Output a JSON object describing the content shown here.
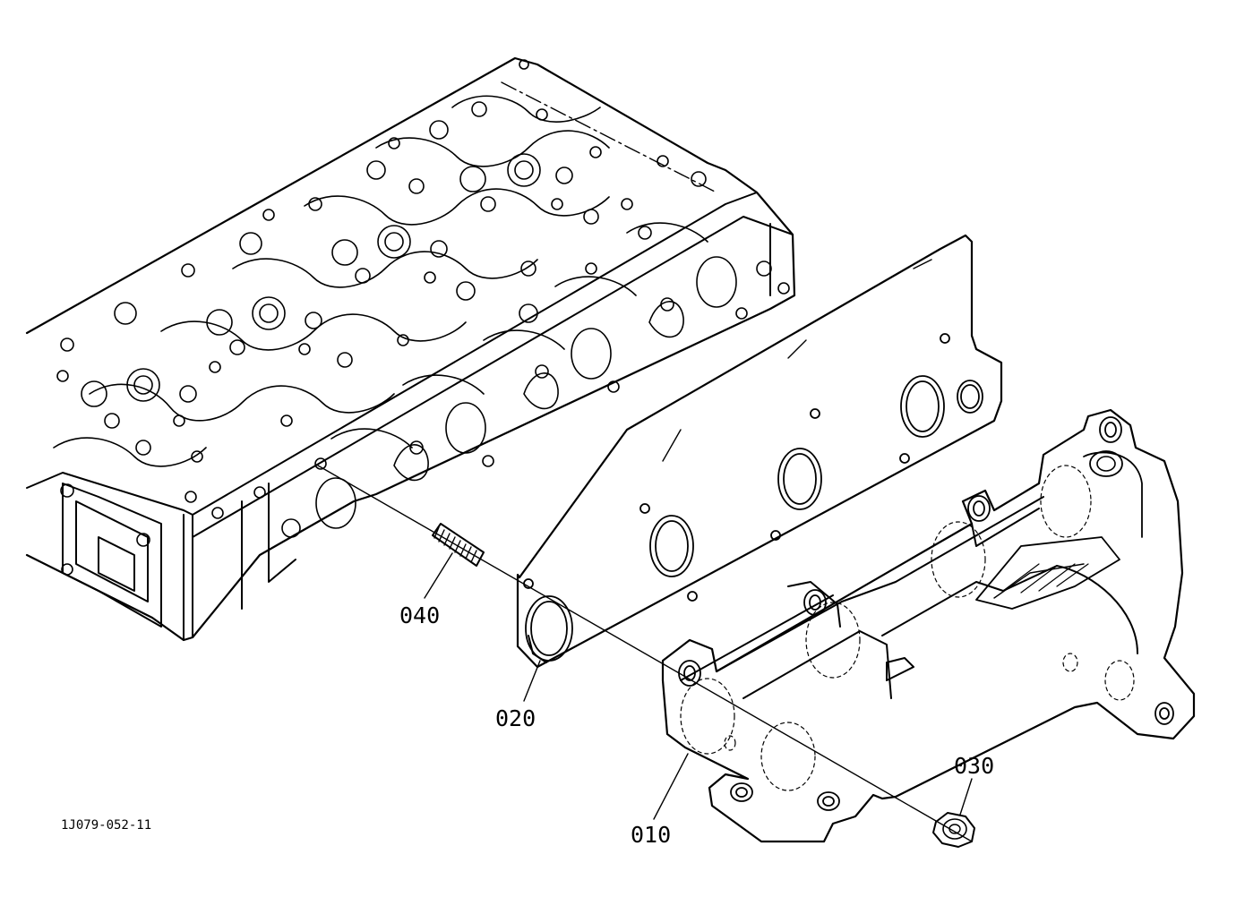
{
  "callouts": [
    {
      "id": "040",
      "part": "stud"
    },
    {
      "id": "020",
      "part": "exhaust-manifold-gasket"
    },
    {
      "id": "010",
      "part": "exhaust-manifold"
    },
    {
      "id": "030",
      "part": "nut"
    }
  ],
  "drawing_id": "1J079-052-11"
}
